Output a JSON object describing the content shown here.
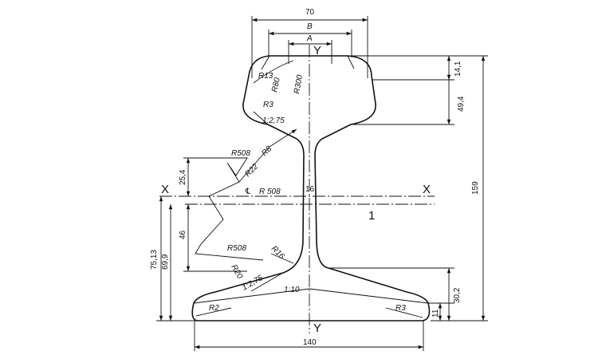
{
  "dimensions": {
    "width_head": "70",
    "b": "B",
    "a": "A",
    "head_top": "14,1",
    "head_depth": "49,4",
    "total_height": "159",
    "r508_top": "25,4",
    "r508_bot": "46",
    "neutral_75": "75,13",
    "neutral_69": "69,9",
    "foot_height": "30,2",
    "foot_edge": "11",
    "width_foot": "140",
    "web": "16"
  },
  "radii": {
    "r13": "R13",
    "r80": "R80",
    "r300": "R300",
    "r3_head": "R3",
    "slope_head": "1:2,75",
    "r508_a": "R508",
    "r8": "R8",
    "r22": "R22",
    "r508_center": "R 508",
    "r508_b": "R508",
    "r16": "R16",
    "r20": "R20",
    "slope_foot": "1:2,75",
    "slope_10": "1:10",
    "r2": "R2",
    "r3_foot": "R3"
  },
  "axes": {
    "x_left": "X",
    "x_right": "X",
    "y_top": "Y",
    "y_bottom": "Y",
    "center_sym": "℄",
    "label_1": "1"
  }
}
